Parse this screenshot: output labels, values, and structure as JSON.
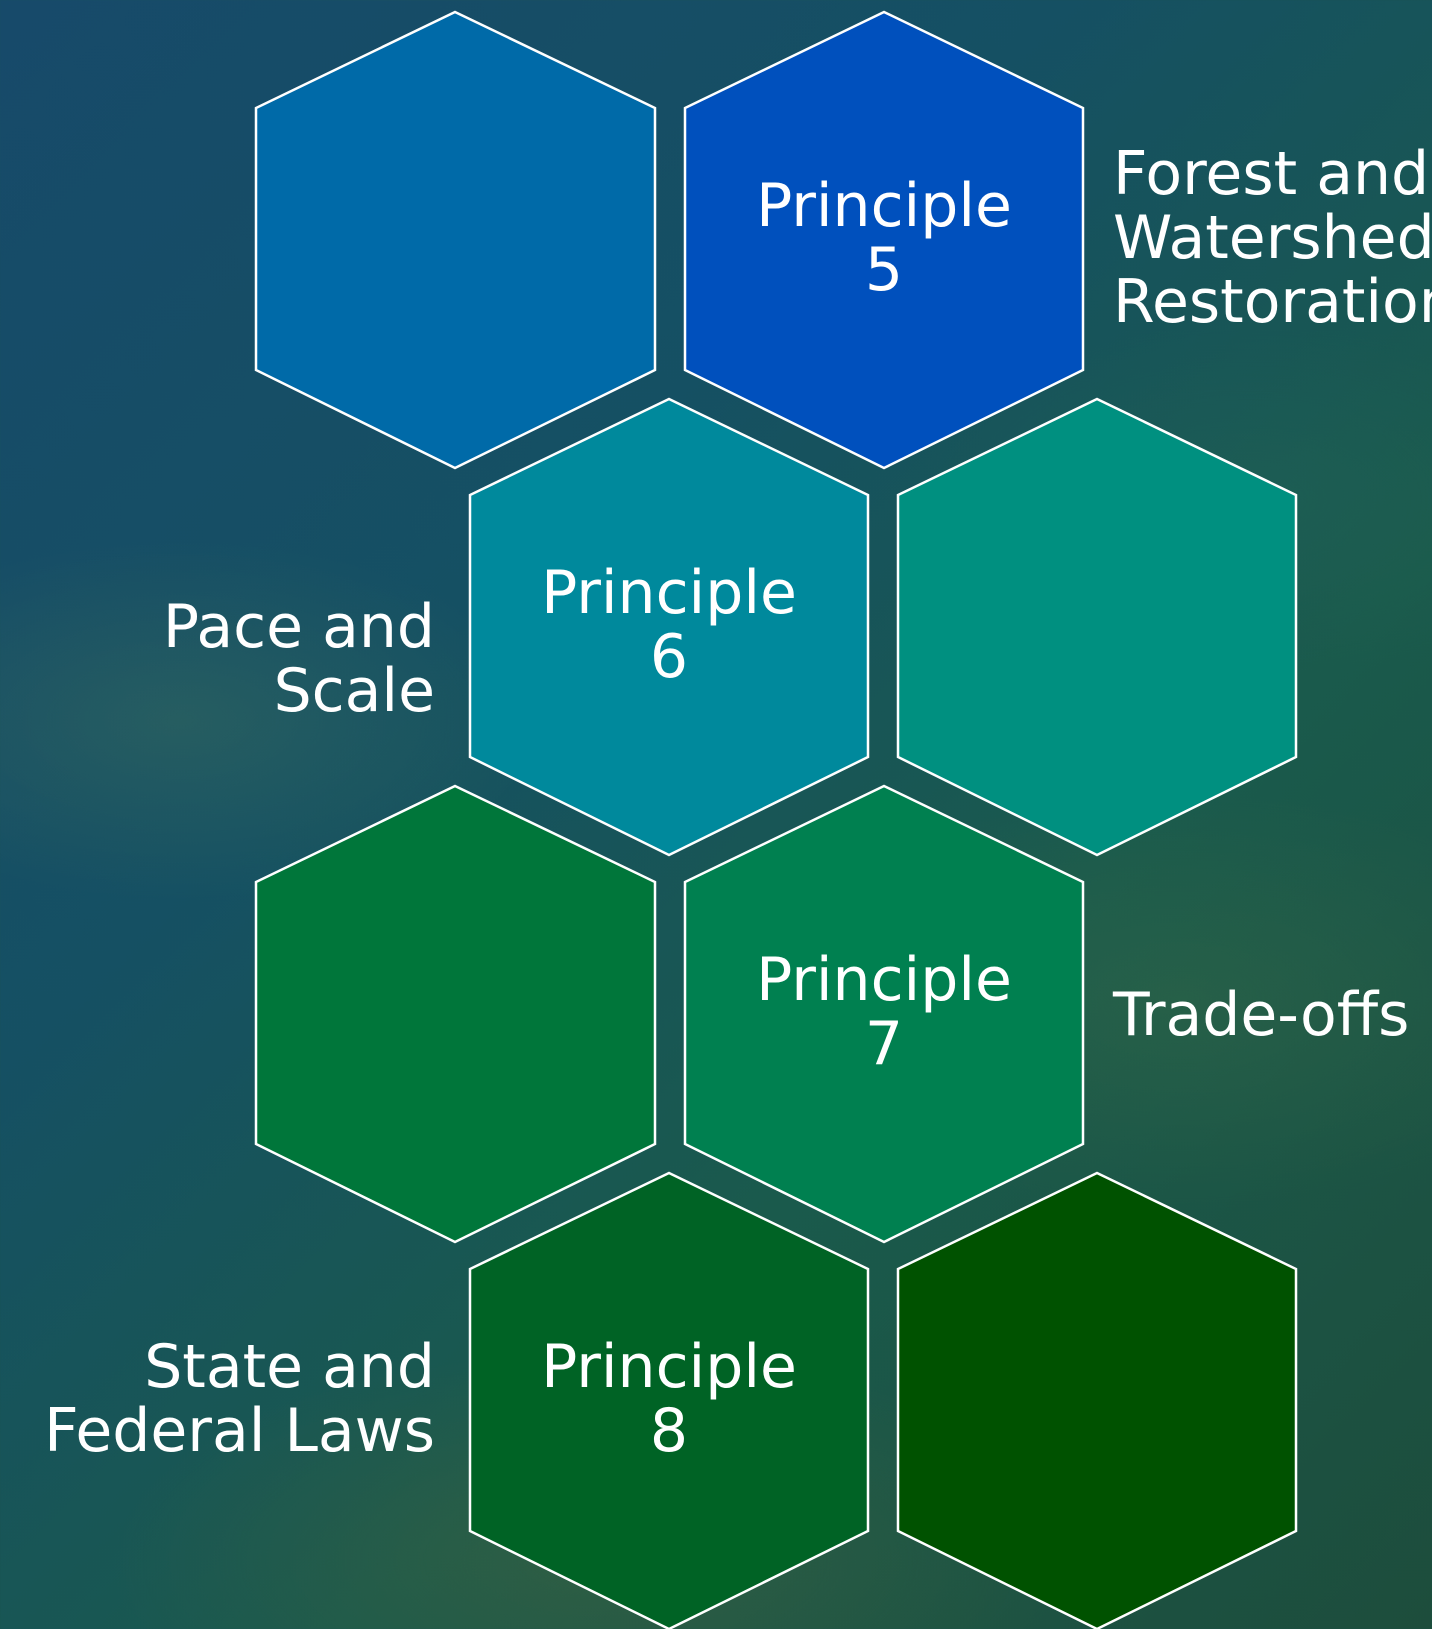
{
  "hexagons": [
    {
      "id": "h1",
      "fill": "#006aa8",
      "title": ""
    },
    {
      "id": "h2",
      "fill": "#0050bd",
      "title": "Principle\n5"
    },
    {
      "id": "h3",
      "fill": "#00899c",
      "title": "Principle\n6"
    },
    {
      "id": "h4",
      "fill": "#009080",
      "title": ""
    },
    {
      "id": "h5",
      "fill": "#00763a",
      "title": ""
    },
    {
      "id": "h6",
      "fill": "#008050",
      "title": "Principle\n7"
    },
    {
      "id": "h7",
      "fill": "#006325",
      "title": "Principle\n8"
    },
    {
      "id": "h8",
      "fill": "#005200",
      "title": ""
    }
  ],
  "labels": {
    "p5": "Forest and\nWatershed\nRestoration",
    "p6": "Pace and Scale",
    "p7": "Trade-offs",
    "p8": "State and\nFederal Laws"
  },
  "colors": {
    "outline": "#ffffff",
    "text": "#ffffff"
  }
}
